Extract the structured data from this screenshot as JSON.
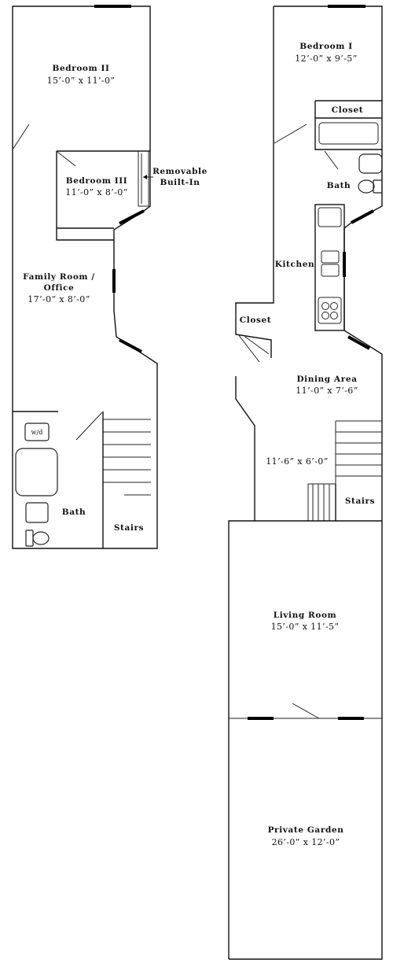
{
  "plan": {
    "upper": {
      "bedroom2": {
        "name": "Bedroom II",
        "dims": "15’-0” x 11’-0”"
      },
      "bedroom3": {
        "name": "Bedroom III",
        "dims": "11’-0” x 8’-0”"
      },
      "removable": {
        "line1": "Removable",
        "line2": "Built-In"
      },
      "family": {
        "line1": "Family Room /",
        "line2": "Office",
        "dims": "17’-0” x 8’-0”"
      },
      "wd": "w/d",
      "bath": "Bath",
      "stairs": "Stairs"
    },
    "lower": {
      "bedroom1": {
        "name": "Bedroom I",
        "dims": "12’-0” x 9’-5”"
      },
      "closet_top": "Closet",
      "bath": "Bath",
      "kitchen": "Kitchen",
      "closet_left": "Closet",
      "dining": {
        "name": "Dining Area",
        "dims": "11’-0” x 7’-6”"
      },
      "landing_dims": "11’-6” x 6’-0”",
      "stairs": "Stairs",
      "living": {
        "name": "Living Room",
        "dims": "15’-0” x 11’-5”"
      },
      "garden": {
        "name": "Private Garden",
        "dims": "26’-0” x 12’-0”"
      }
    }
  }
}
